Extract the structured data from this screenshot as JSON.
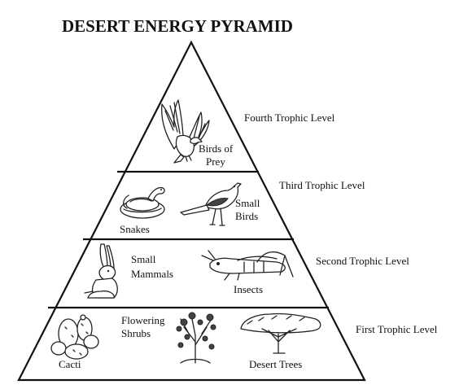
{
  "title": "DESERT ENERGY PYRAMID",
  "levels": [
    {
      "name": "Fourth Trophic Level",
      "organisms": [
        "Birds of",
        "Prey"
      ]
    },
    {
      "name": "Third Trophic Level",
      "organisms": [
        "Snakes",
        "Small",
        "Birds"
      ]
    },
    {
      "name": "Second Trophic Level",
      "organisms": [
        "Small",
        "Mammals",
        "Insects"
      ]
    },
    {
      "name": "First Trophic Level",
      "organisms": [
        "Flowering",
        "Shrubs",
        "Cacti",
        "Desert Trees"
      ]
    }
  ]
}
